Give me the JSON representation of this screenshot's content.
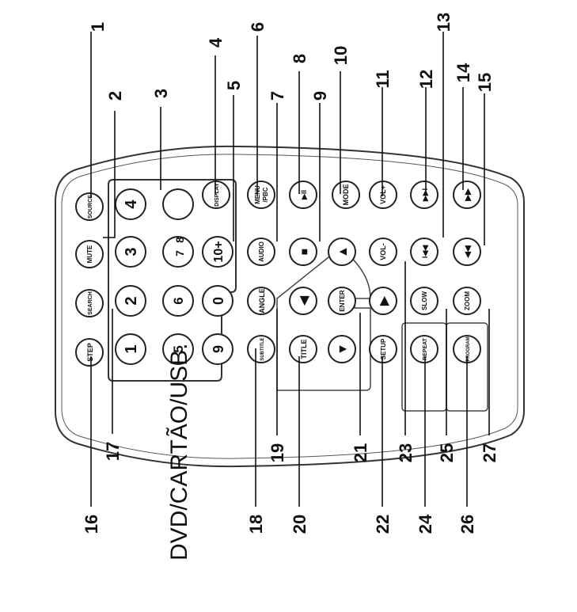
{
  "diagram": {
    "caption": "DVD/CARTÃO/USB.",
    "buttons": {
      "source": "SOURCE",
      "display": "DISPLAY",
      "menu_line1": "MENU",
      "menu_line2": "/PBC",
      "play_pause": "▶II",
      "mode": "MODE",
      "vol_plus": "VOL+",
      "next": "▶▶I",
      "fast_forward": "▶▶",
      "mute": "MUTE",
      "audio": "AUDIO",
      "stop": "■",
      "up": "▲",
      "vol_minus": "VOL-",
      "previous": "I◀◀",
      "rewind": "◀◀",
      "search": "SEARCH",
      "angle": "ANGLE",
      "left": "◀",
      "enter": "ENTER",
      "right": "▶",
      "slow": "SLOW",
      "zoom": "ZOOM",
      "step": "STEP",
      "subtitle": "SUBTITLE",
      "title": "TITLE",
      "down": "▼",
      "setup": "SETUP",
      "repeat": "REPEAT",
      "program": "PROGRAM",
      "num_1": "1",
      "num_2": "2",
      "num_3": "3",
      "num_4": "4",
      "num_5": "5",
      "num_6": "6",
      "num_7": "7",
      "num_8": "8",
      "num_9": "9",
      "num_0": "0",
      "num_10plus": "10+"
    },
    "callouts": [
      "1",
      "2",
      "3",
      "4",
      "5",
      "6",
      "7",
      "8",
      "9",
      "10",
      "11",
      "12",
      "13",
      "14",
      "15",
      "16",
      "17",
      "18",
      "19",
      "20",
      "21",
      "22",
      "23",
      "24",
      "25",
      "26",
      "27"
    ]
  }
}
